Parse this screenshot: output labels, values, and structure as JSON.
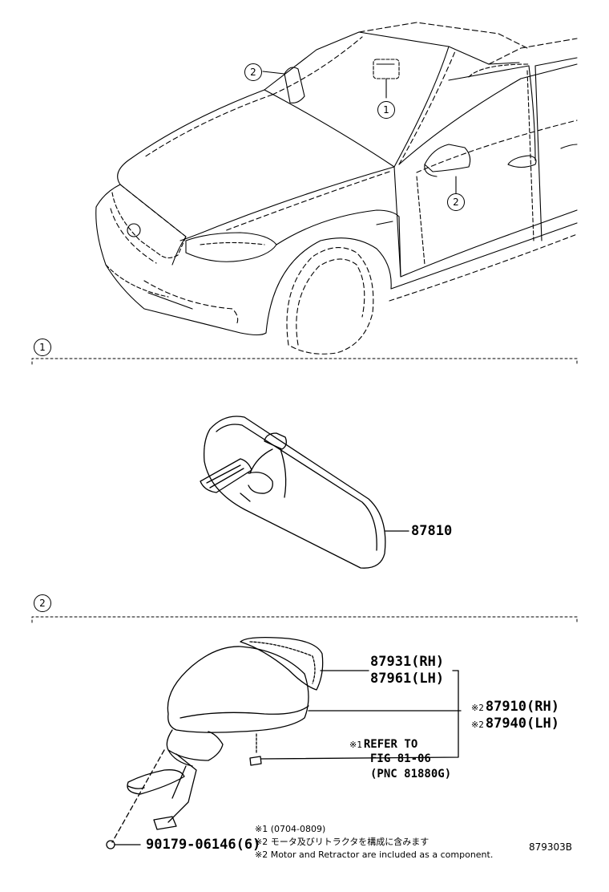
{
  "callouts": {
    "mirror_inner": "1",
    "mirror_outer": "2"
  },
  "sections": {
    "inner_header": "1",
    "outer_header": "2"
  },
  "parts": {
    "inner_mirror": "87810",
    "outer_mirror_glass_rh": "87931(RH)",
    "outer_mirror_glass_lh": "87961(LH)",
    "outer_mirror_rh": "87910(RH)",
    "outer_mirror_lh": "87940(LH)",
    "outer_mirror_mark": "※2",
    "refer_mark": "※1",
    "refer_line1": "REFER TO",
    "refer_line2": "FIG 81-06",
    "refer_line3": "(PNC 81880G)",
    "screw": "90179-06146(6)"
  },
  "notes": {
    "note1": "※1 (0704-0809)",
    "note2_jp": "※2 モータ及びリトラクタを構成に含みます",
    "note2_en": "※2 Motor and Retractor are included as a component."
  },
  "drawing_id": "879303B"
}
